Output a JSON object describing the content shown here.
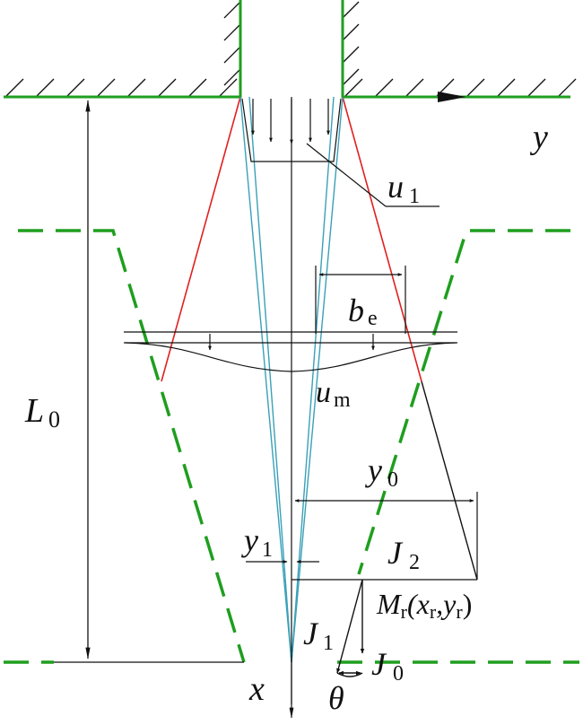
{
  "colors": {
    "wall": "#1f9e1f",
    "boundary_dashed": "#1f9e1f",
    "jet_edge": "#e02020",
    "core_lines": "#3aa0b8",
    "black": "#111111"
  },
  "labels": {
    "y_axis": "y",
    "x_axis": "x",
    "u1_main": "u",
    "u1_sub": "1",
    "be_main": "b",
    "be_sub": "e",
    "um_main": "u",
    "um_sub": "m",
    "L0_main": "L",
    "L0_sub": "0",
    "y0_main": "y",
    "y0_sub": "0",
    "y1_main": "y",
    "y1_sub": "1",
    "J2_main": "J",
    "J2_sub": "2",
    "J1_main": "J",
    "J1_sub": "1",
    "J0_main": "J",
    "J0_sub": "0",
    "Mr_main": "M",
    "Mr_sub": "r",
    "Mr_open": "(x",
    "Mr_xsub": "r",
    "Mr_comma": ",y",
    "Mr_ysub": "r",
    "Mr_close": ")",
    "theta": "θ"
  }
}
